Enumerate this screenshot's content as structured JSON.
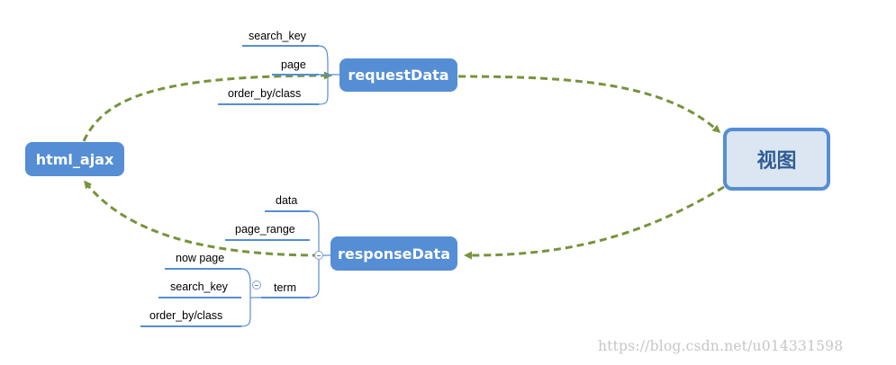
{
  "nodes": {
    "html_ajax": "html_ajax",
    "request": "requestData",
    "response": "responseData",
    "view": "视图"
  },
  "request_params": [
    "search_key",
    "page",
    "order_by/class"
  ],
  "response_fields": [
    "data",
    "page_range",
    "term"
  ],
  "term_fields": [
    "now page",
    "search_key",
    "order_by/class"
  ],
  "watermark": "https://blog.csdn.net/u014331598",
  "colors": {
    "node_fill": "#558ed5",
    "view_fill": "#dce6f2",
    "view_border": "#558ed5",
    "arrow": "#77933c",
    "branch_line": "#558ed5"
  }
}
